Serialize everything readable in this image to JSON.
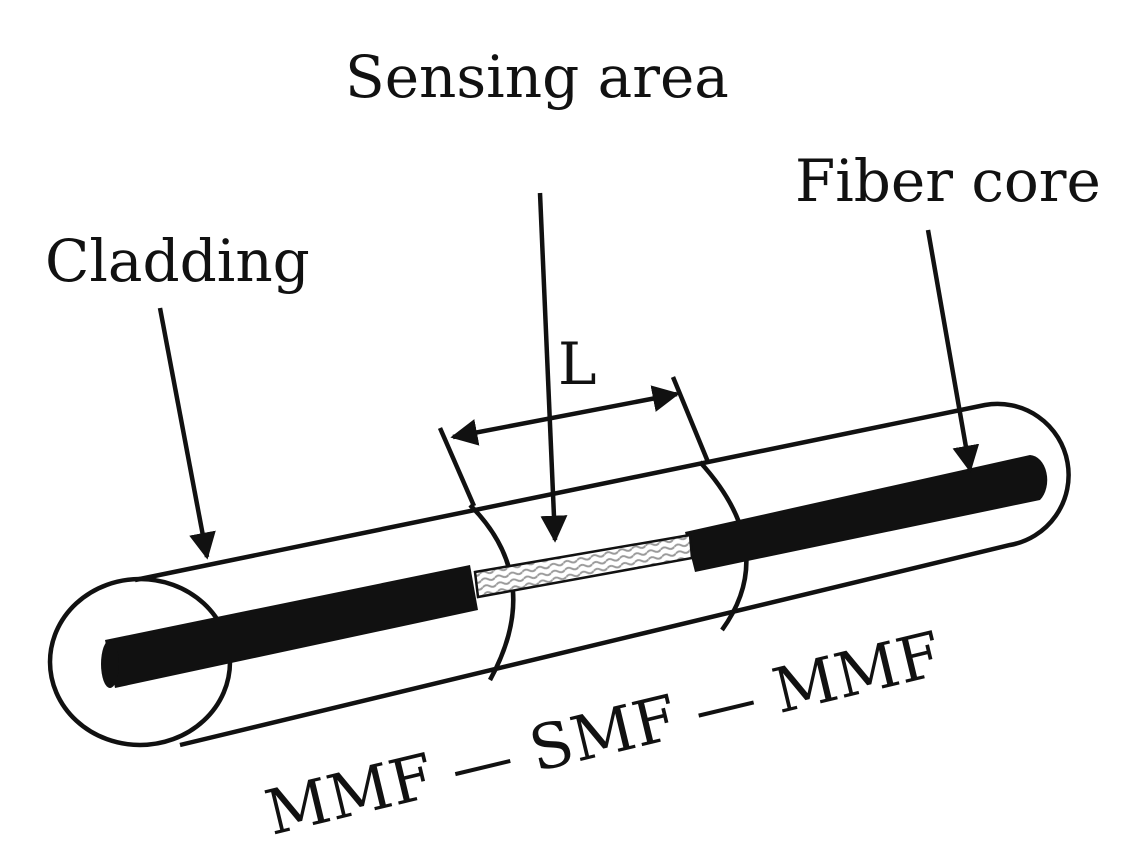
{
  "labels": {
    "sensing_area": "Sensing area",
    "fiber_core": "Fiber core",
    "cladding": "Cladding",
    "length": "L",
    "structure": "MMF — SMF — MMF"
  },
  "colors": {
    "ink": "#111111",
    "background": "#ffffff",
    "sensing_pattern": "#9a9a9a"
  }
}
